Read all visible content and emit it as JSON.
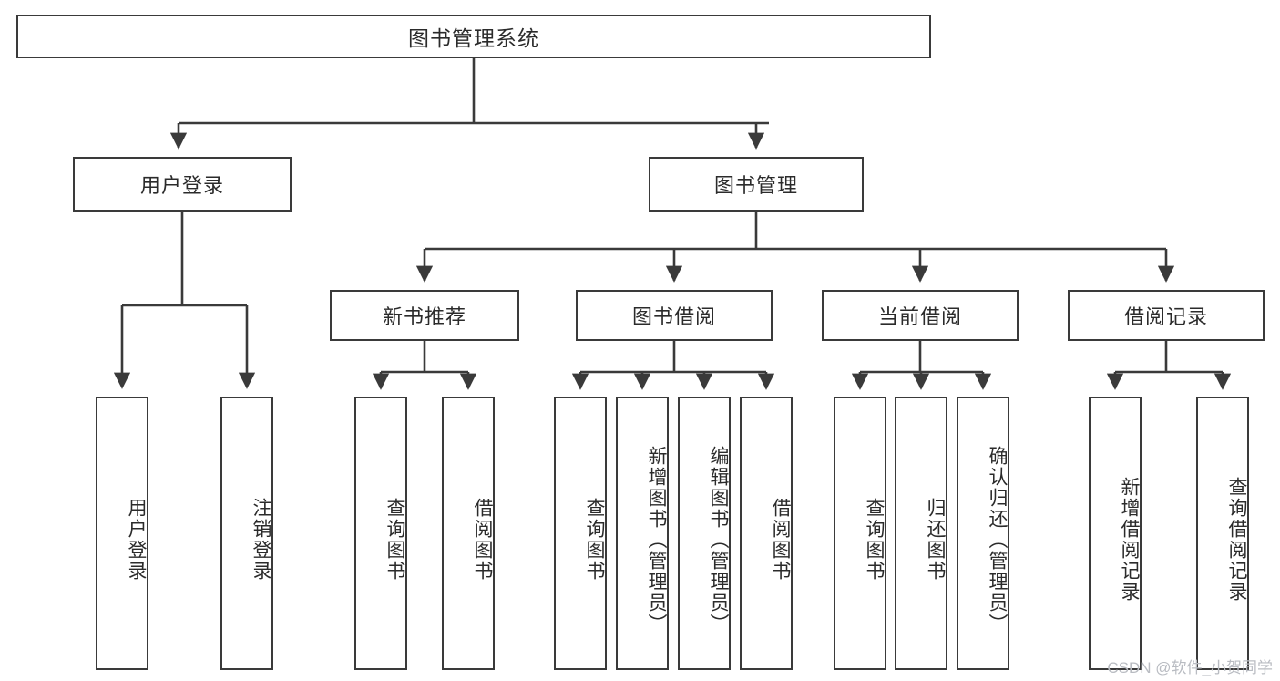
{
  "diagram": {
    "type": "tree-hierarchy",
    "title": "图书管理系统",
    "watermark": "CSDN @软件_小贺同学",
    "colors": {
      "stroke": "#3a3a3a",
      "fill": "#ffffff",
      "text": "#2b2b2b",
      "watermark": "#b9bcc2"
    },
    "root": {
      "label": "图书管理系统"
    },
    "level1": [
      {
        "label": "用户登录"
      },
      {
        "label": "图书管理"
      }
    ],
    "level2": [
      {
        "label": "新书推荐"
      },
      {
        "label": "图书借阅"
      },
      {
        "label": "当前借阅"
      },
      {
        "label": "借阅记录"
      }
    ],
    "leaves": {
      "user_login": [
        {
          "label": "用户登录"
        },
        {
          "label": "注销登录"
        }
      ],
      "new_book": [
        {
          "label": "查询图书"
        },
        {
          "label": "借阅图书"
        }
      ],
      "book_borrow": [
        {
          "label": "查询图书"
        },
        {
          "label": "新增图书（管理员）"
        },
        {
          "label": "编辑图书（管理员）"
        },
        {
          "label": "借阅图书"
        }
      ],
      "current_borrow": [
        {
          "label": "查询图书"
        },
        {
          "label": "归还图书"
        },
        {
          "label": "确认归还（管理员）"
        }
      ],
      "borrow_record": [
        {
          "label": "新增借阅记录"
        },
        {
          "label": "查询借阅记录"
        }
      ]
    }
  }
}
